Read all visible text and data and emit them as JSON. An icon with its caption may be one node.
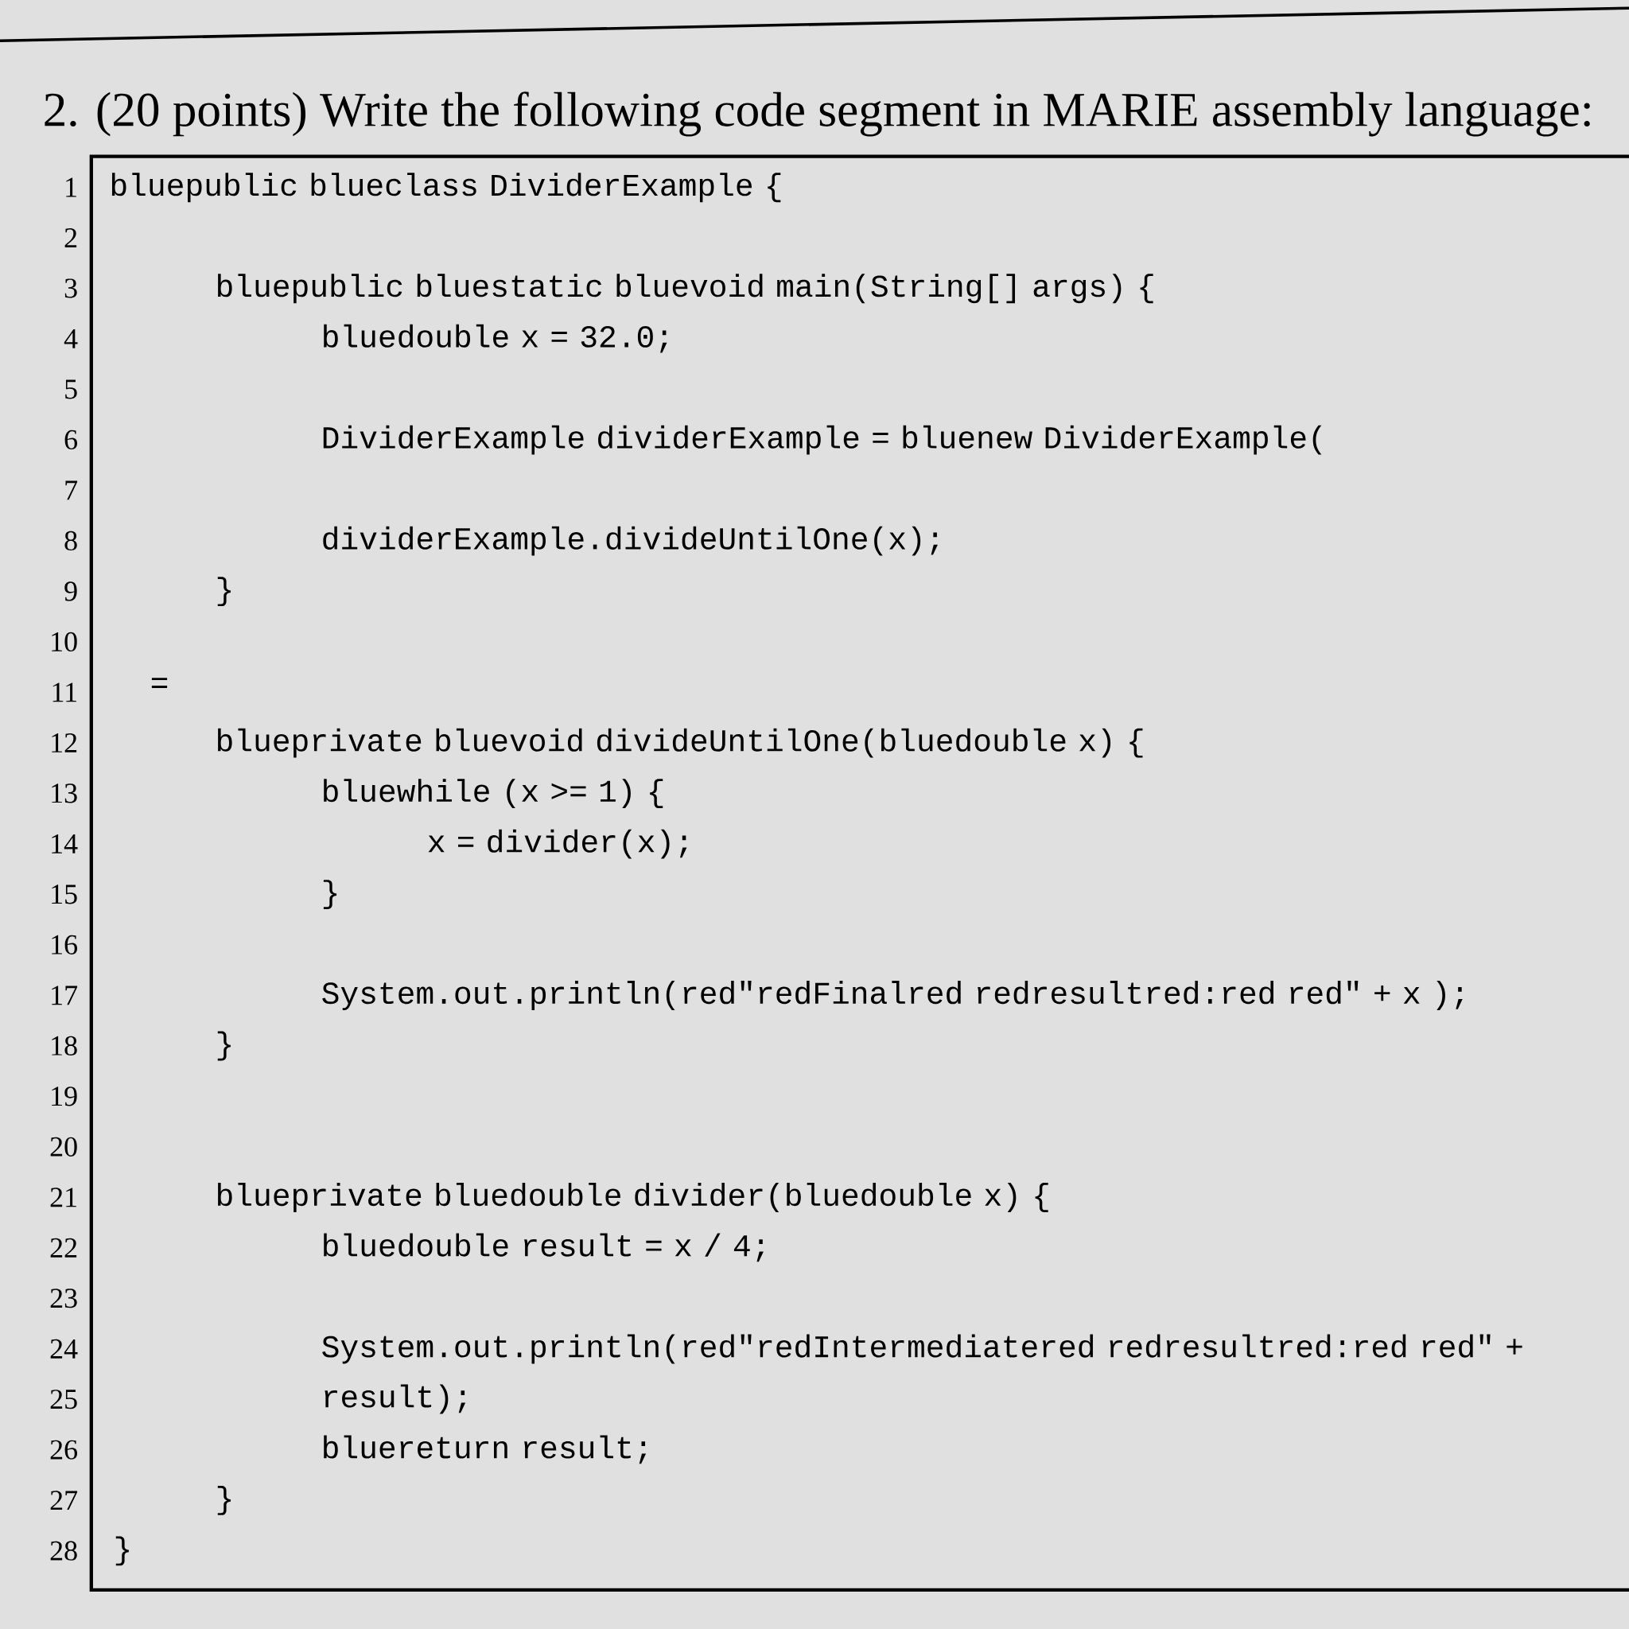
{
  "diagram": {
    "nodes": [
      {
        "text": [
          "bluepublic blueclass DividerExample {",
          "bluepublic bluestatic bluevoid main(String[] args) {",
          "bluedouble x = 32.0;",
          "DividerExample dividerExample = bluenew DividerExample(",
          "dividerExample.divideUntilOne(x);",
          "}",
          "=",
          "blueprivate bluevoid divideUntilOne(bluedouble x) {",
          "bluewhile (x >= 1) {",
          "x = divider(x);",
          "}",
          "System.out.println(red\"redFinalred redresultred:red red\" + x );",
          "}",
          "blueprivate bluedouble divider(bluedouble x) {",
          "bluedouble result = x / 4;",
          "System.out.println(red\"redIntermediatered redresultred:red red\" + result);",
          "bluereturn result;",
          "}",
          "}"
        ],
        "beside": [
          "1",
          "2",
          "3",
          "4",
          "5",
          "6",
          "7",
          "8",
          "9",
          "10",
          "11",
          "12",
          "13",
          "14",
          "15",
          "16",
          "17",
          "18",
          "19",
          "20",
          "21",
          "22",
          "23",
          "24",
          "25",
          "26",
          "27",
          "28"
        ]
      }
    ],
    "labels": [
      "2. (20 points) Write the following code segment in MARIE assembly language:"
    ]
  }
}
